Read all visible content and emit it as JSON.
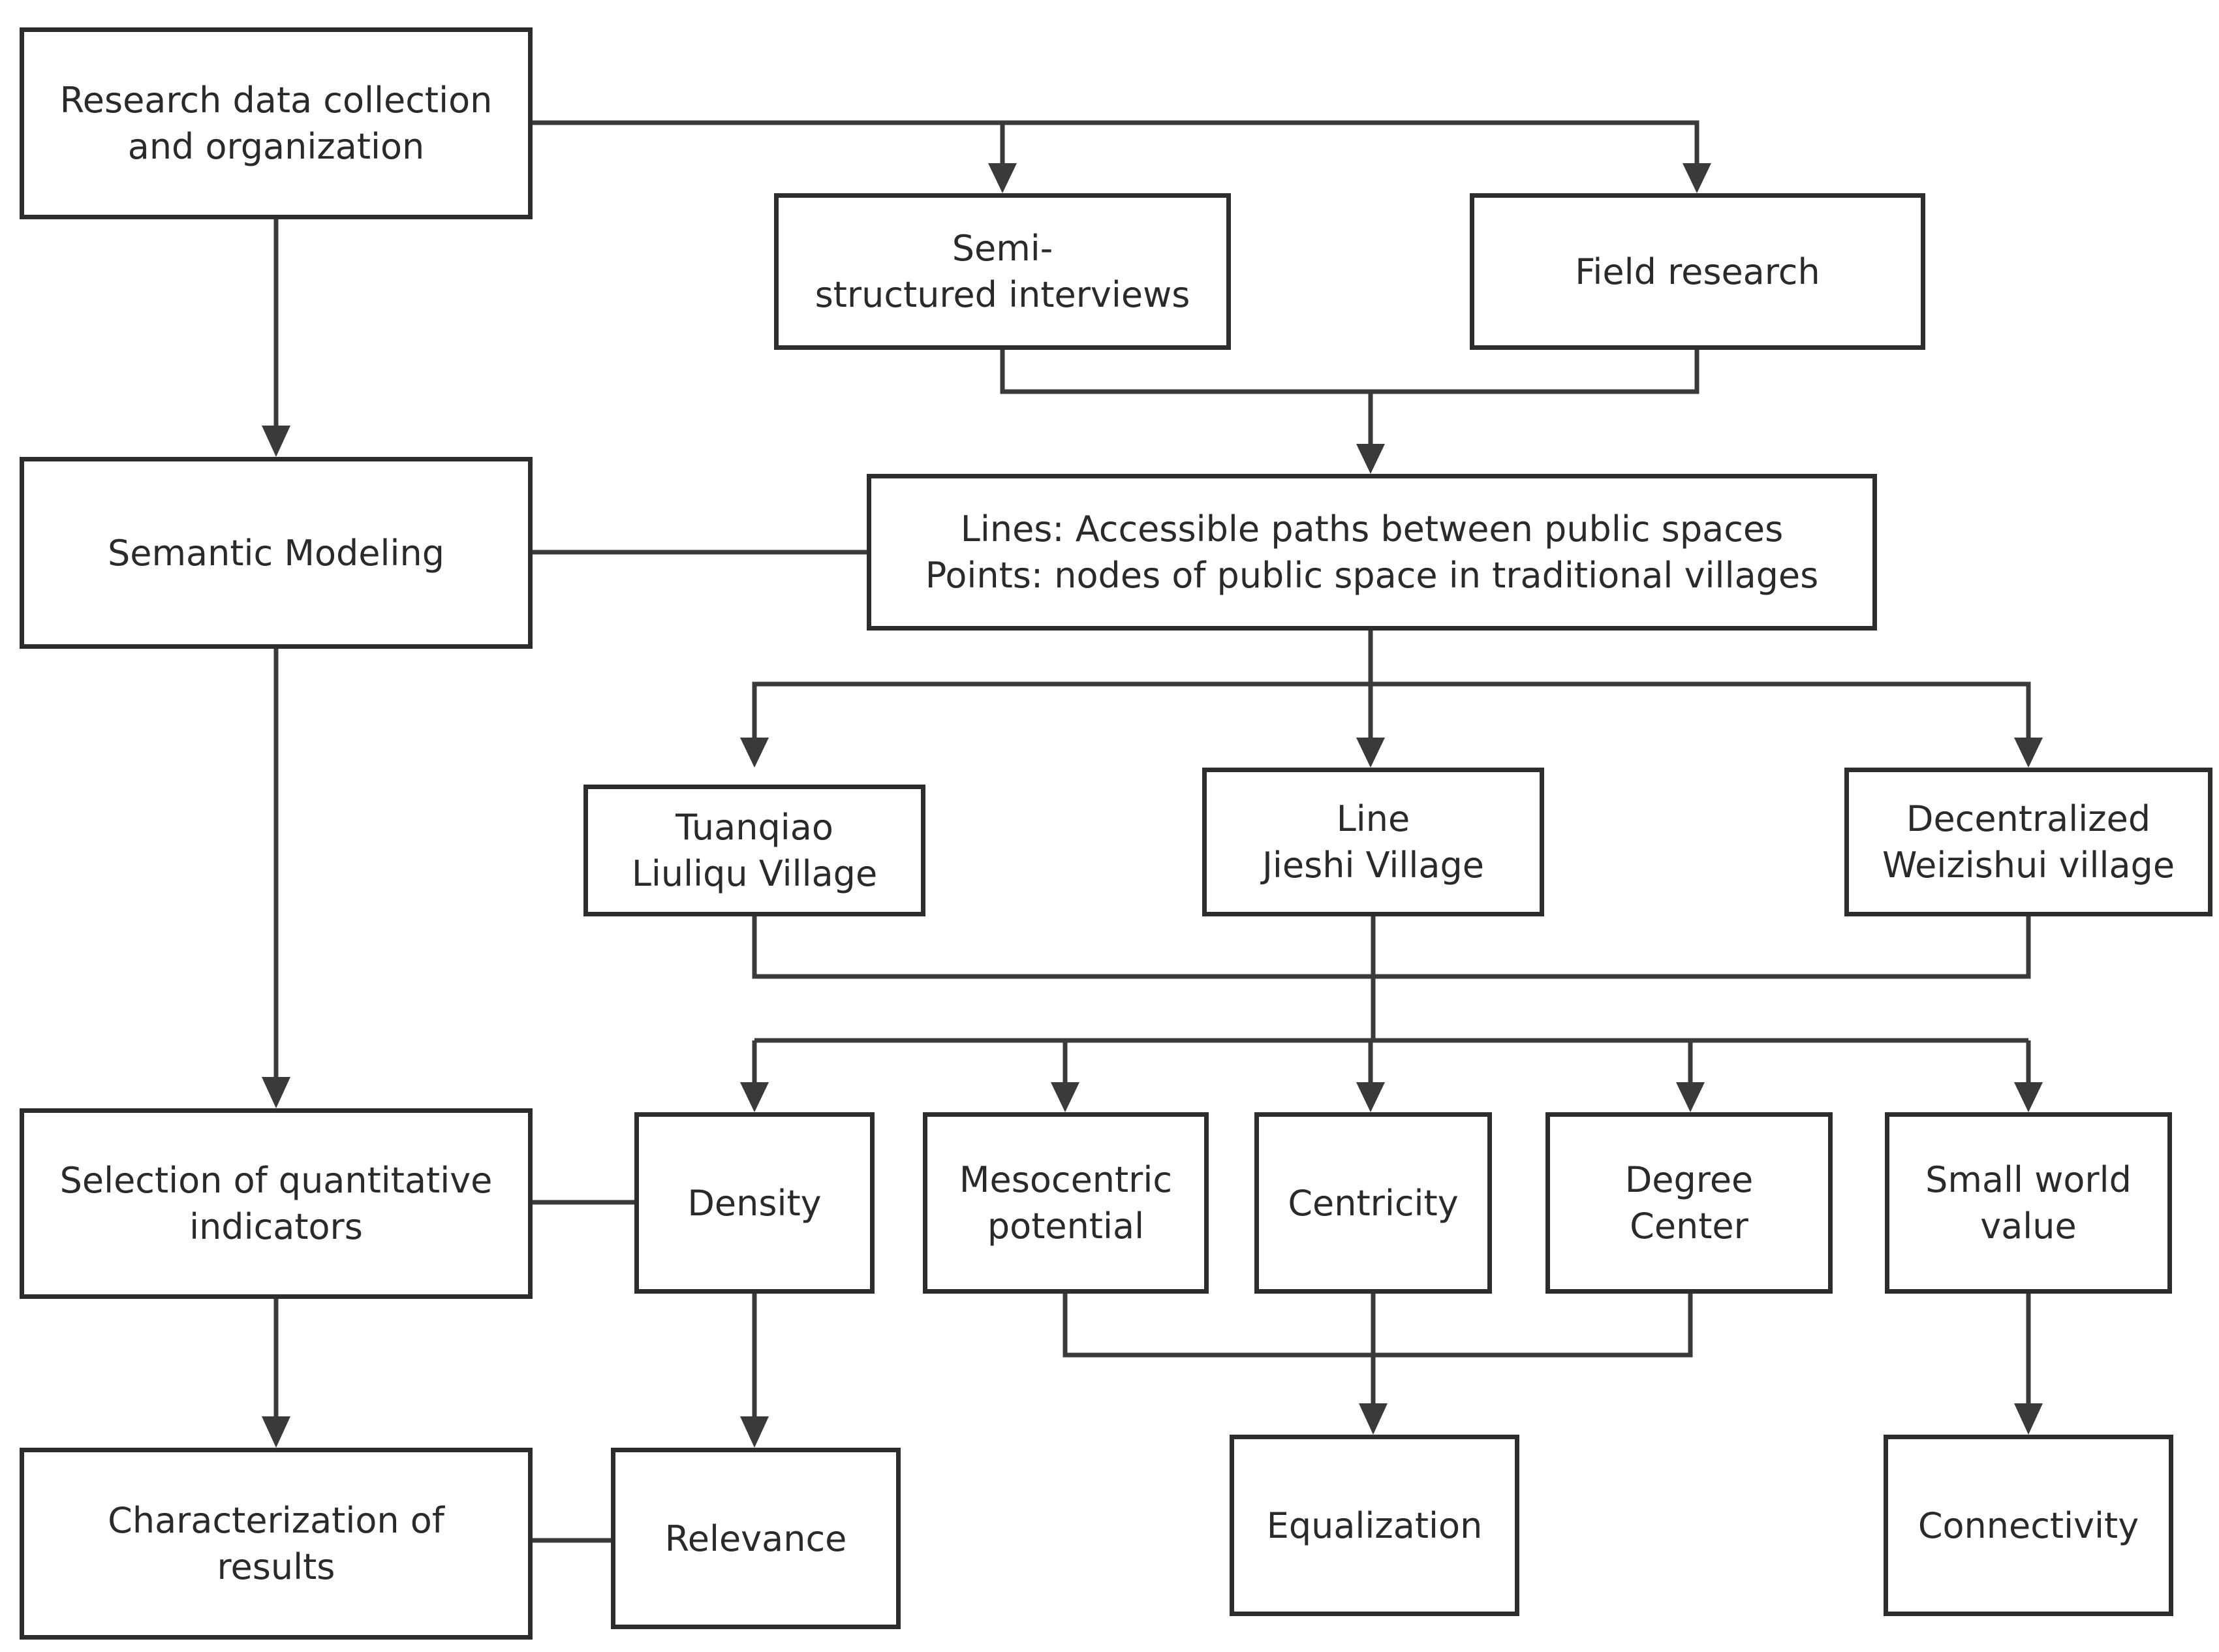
{
  "nodes": {
    "data_collection": "Research data collection\nand organization",
    "semi_structured": "Semi-\nstructured interviews",
    "field_research": "Field research",
    "semantic_modeling": "Semantic Modeling",
    "lines_points": "Lines: Accessible paths between public spaces\nPoints: nodes of public space in traditional villages",
    "tuanqiao": "Tuanqiao\nLiuliqu Village",
    "jieshi": "Line\nJieshi Village",
    "weizishui": "Decentralized\nWeizishui village",
    "quant_indicators": "Selection of quantitative\nindicators",
    "density": "Density",
    "mesocentric": "Mesocentric\npotential",
    "centricity": "Centricity",
    "degree_center": "Degree\nCenter",
    "small_world": "Small world\nvalue",
    "characterization": "Characterization of\nresults",
    "relevance": "Relevance",
    "equalization": "Equalization",
    "connectivity": "Connectivity"
  }
}
